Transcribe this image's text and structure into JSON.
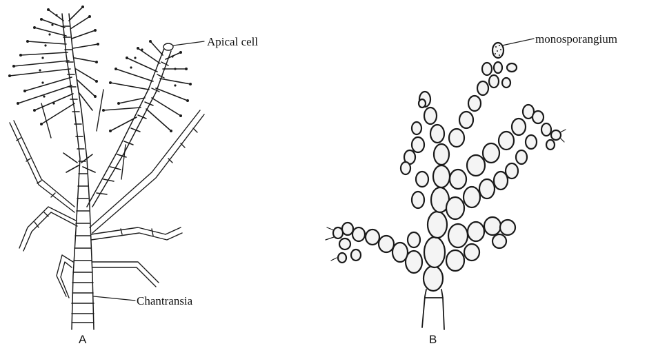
{
  "labels": {
    "apical_cell": "Apical cell",
    "chantransia": "Chantransia",
    "monosporangium": "monosporangium",
    "panel_a": "A",
    "panel_b": "B"
  },
  "colors": {
    "ink": "#1a1a1a",
    "background": "#ffffff"
  }
}
